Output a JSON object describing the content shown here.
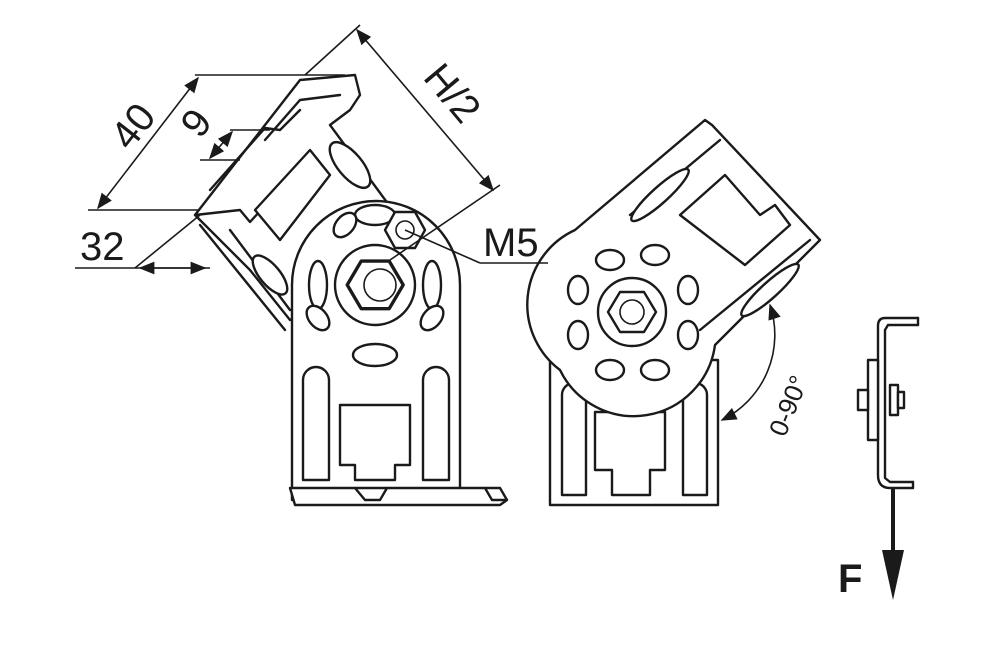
{
  "labels": {
    "dim_width": "40",
    "dim_slot": "9",
    "dim_offset": "32",
    "dim_half_height": "H/2",
    "bolt": "M5",
    "angle_range": "0-90°",
    "force": "F"
  }
}
